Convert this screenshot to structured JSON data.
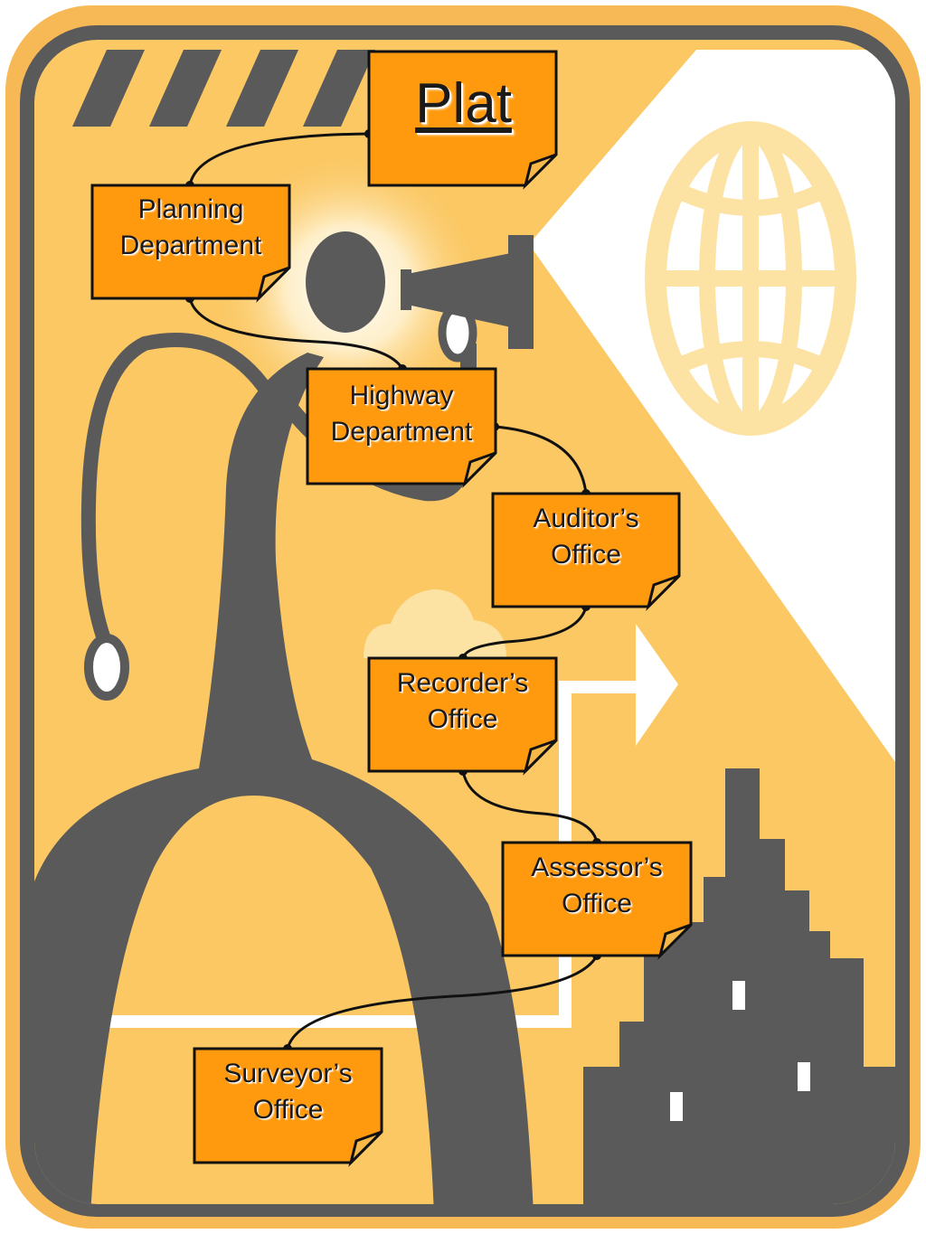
{
  "title": "Plat",
  "nodes": [
    {
      "id": "planning",
      "lines": [
        "Planning",
        "Department"
      ]
    },
    {
      "id": "highway",
      "lines": [
        "Highway",
        "Department"
      ]
    },
    {
      "id": "auditor",
      "lines": [
        "Auditor’s",
        "Office"
      ]
    },
    {
      "id": "recorder",
      "lines": [
        "Recorder’s",
        "Office"
      ]
    },
    {
      "id": "assessor",
      "lines": [
        "Assessor’s",
        "Office"
      ]
    },
    {
      "id": "surveyor",
      "lines": [
        "Surveyor’s",
        "Office"
      ]
    }
  ],
  "colors": {
    "frame_outer": "#F6B955",
    "frame_border": "#5A5A5A",
    "background": "#FBC864",
    "light_beam": "#FFFFFF",
    "silhouette": "#5A5A5A",
    "globe": "#FCE3A4",
    "note_fill": "#FF9A0E",
    "note_stroke": "#111111"
  }
}
